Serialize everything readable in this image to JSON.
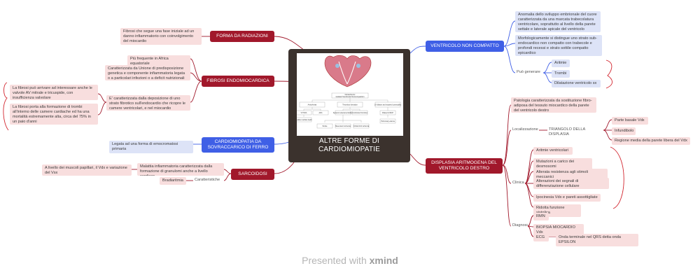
{
  "central": {
    "title_line1": "ALTRE FORME DI",
    "title_line2": "CARDIOMIOPATIE"
  },
  "branches": {
    "radiazioni": {
      "label": "FORMA DA RADIAZIONI",
      "note": "Fibrosi che segue una fase iniziale ad un danno infiammatorio con coinvolgimento del miocardio"
    },
    "fibrosi": {
      "label": "FIBROSI ENDOMIOCARDICA",
      "items": [
        "Più frequente in Africa equatoriale",
        "Caratterizzata da Unione di predisposizione genetica e componente infiammatoria legata o a particolari infezioni o a deficit nutrizionali",
        "E' caratterizzata dalla deposizione di uno strato fibrotico sull'endocardio che ricopre le camere ventricolari, e nel miocardio sottostante"
      ],
      "sub": [
        "La fibrosi può arrivare ad interessare anche le valvole AV mitrale e tricuspide, con insufficienza valvolare",
        "La fibrosi porta alla formazione di trombi all'interno delle camere cardiache ed ha una mortalità estremamente alta, circa del 75% in un paio d'anni"
      ]
    },
    "ferro": {
      "label": "CARDIOMIOPATIA DA SOVRACCARICO DI FERRO",
      "note": "Legata ad una forma di emocromatosi primaria"
    },
    "sarcoidosi": {
      "label": "SARCOIDOSI",
      "malattia": "Malattia infiammatoria caratterizzata dalla formazione di granulomi anche a livello cardiaco",
      "livello": "A livello dei muscoli papillari, il Vdx e variazione del Vsx",
      "caratteristiche": "Caratteristiche",
      "bradiaritmia": "Bradiaritmia"
    },
    "noncompatto": {
      "label": "VENTRICOLO NON COMPATTO",
      "items": [
        "Anomalia dello sviluppo embrionale del cuore caratterizzata da una marcata trabecolatura ventricolare, soprattutto al livello della parete settale e laterale apicale del ventricolo sinistro",
        "Morfologicamente si distingue uno strato sub-endocardico non compatto con trabecole e profondi recessi e strato sottile compatto epicardico"
      ],
      "puo": "Può generare",
      "puo_items": [
        "Aritmie",
        "Trombi",
        "Dilatazione ventricolo sx"
      ]
    },
    "displasia": {
      "label": "DISPLASIA ARITMOGENA DEL VENTRICOLO DESTRO",
      "patologia": "Patologia caratterizzata da sostituzione fibro-adiposa del tessuto miocardico della parete del ventricolo destro",
      "localizzazione": "Localizzazione",
      "triangolo": "TRIANGOLO DELLA DISPLASIA",
      "triangolo_items": [
        "Parte basale Vdx",
        "Infundibolo",
        "Regione media della parete libera del Vdx"
      ],
      "clinica": "Clinica",
      "clinica_items": [
        "Aritmie ventricolari",
        "Mutazioni a carico dei desmosomi",
        "Alterata resistenza agli stimoli meccanici",
        "Alterazioni dei segnali di differenziazione cellulare",
        "Ipocinesia Vdx e pareti assottigliate",
        "Ridotta funzione sistolica"
      ],
      "diagnosi": "Diagnosi",
      "diagnosi_items": [
        "RMN",
        "BIOPSIA MIOCARDIO Vdx",
        "ECG"
      ],
      "ecg_note": "Onda terminale nel QRS detta onda EPSILON"
    }
  },
  "diagram": {
    "root": "Nonischemic\nIsolated Ventricular Noncompaction",
    "l1": [
      "Arrhythmias",
      "Thrombus formation",
      "LV dilation and impaired contractility"
    ],
    "l2": [
      "VT/VFib",
      "AFib",
      "Systemic arterial embolism",
      "Ventricular thrombus",
      "Dilated LVDCP"
    ],
    "l3": [
      "Sudden cardiac death",
      "Stroke",
      "Mesenteric ischemia",
      "Critical limb ischemia",
      "Pulmonary edema"
    ]
  },
  "footer": {
    "presented": "Presented with",
    "brand": "xmind"
  },
  "colors": {
    "red_branch": "#a1182b",
    "blue_branch": "#3f5fe6",
    "central": "#3b322d",
    "pink_node": "#f8dede",
    "blue_node": "#dde3f7"
  }
}
